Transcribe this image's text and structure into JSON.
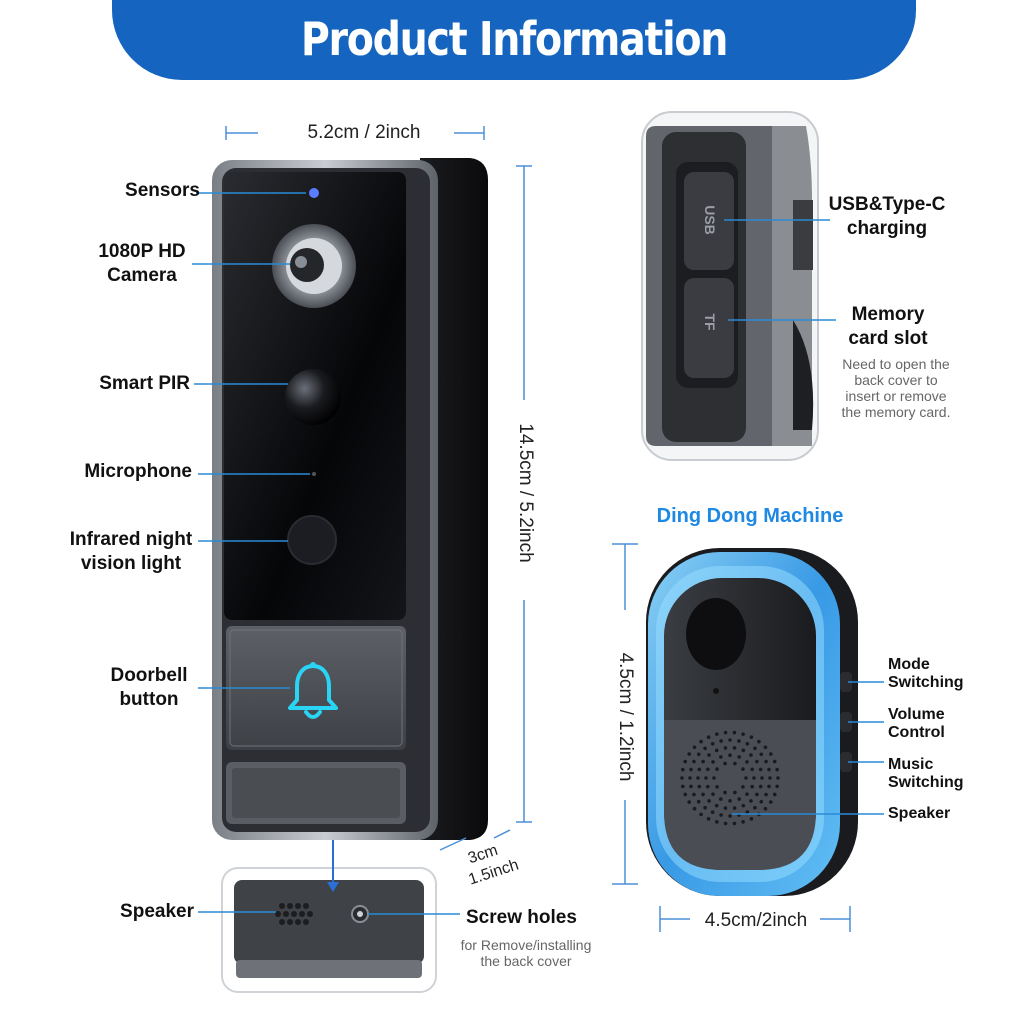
{
  "banner": {
    "title": "Product Information"
  },
  "doorbell": {
    "width_label": "5.2cm / 2inch",
    "height_label": "14.5cm / 5.2inch",
    "depth_label_a": "3cm",
    "depth_label_b": "1.5inch",
    "labels": {
      "sensors": "Sensors",
      "camera_a": "1080P HD",
      "camera_b": "Camera",
      "pir": "Smart PIR",
      "microphone": "Microphone",
      "infrared_a": "Infrared night",
      "infrared_b": "vision light",
      "button_a": "Doorbell",
      "button_b": "button",
      "speaker": "Speaker",
      "screw": "Screw holes",
      "screw_note_a": "for Remove/installing",
      "screw_note_b": "the back cover"
    }
  },
  "side_detail": {
    "port_usb": "USB",
    "port_tf": "TF",
    "usb_a": "USB&Type-C",
    "usb_b": "charging",
    "memory_a": "Memory",
    "memory_b": "card slot",
    "memory_note": [
      "Need to open the",
      "back cover to",
      "insert or remove",
      "the memory card."
    ]
  },
  "chime": {
    "title": "Ding Dong Machine",
    "height_label": "4.5cm / 1.2inch",
    "width_label": "4.5cm/2inch",
    "labels": {
      "mode_a": "Mode",
      "mode_b": "Switching",
      "volume_a": "Volume",
      "volume_b": "Control",
      "music_a": "Music",
      "music_b": "Switching",
      "speaker": "Speaker"
    }
  },
  "colors": {
    "banner": "#1565c0",
    "accent": "#1e88e5",
    "glow": "#4fc3f7",
    "bell_icon": "#2ad4f5"
  }
}
